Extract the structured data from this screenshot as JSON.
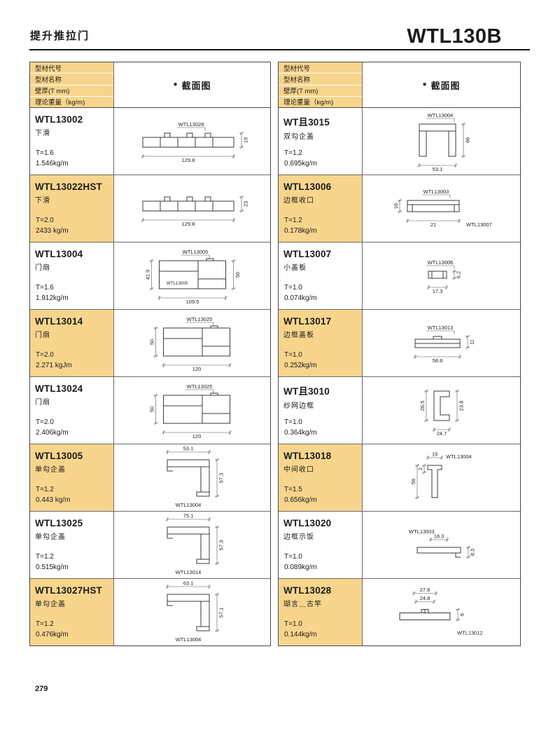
{
  "page": {
    "title": "提升推拉门",
    "model": "WTL130B",
    "page_number": "279"
  },
  "colors": {
    "band": "#F8D58C",
    "grid": "#6a6a6a",
    "drawing": "#3a3a3a"
  },
  "table_header": {
    "rows": [
      "型材代号",
      "型材名称",
      "壁厚(T mm)",
      "理论重量（kg/m)"
    ],
    "bullet": "●",
    "section_label": "截面图"
  },
  "columns": [
    {
      "side": "left",
      "rows": [
        {
          "code": "WTL13002",
          "name": "下滑",
          "thickness": "T=1.6",
          "weight": "1.546kg/m",
          "shaded": false,
          "drawing": {
            "shape": "hprofile",
            "labels": [
              {
                "pos": "top",
                "text": "WTL13028"
              }
            ],
            "dims": [
              {
                "side": "bottom",
                "text": "129.8"
              },
              {
                "side": "right",
                "text": "19"
              }
            ]
          }
        },
        {
          "code": "WTL13022HST",
          "name": "下滑",
          "thickness": "T=2.0",
          "weight": "2433 kg/m",
          "shaded": true,
          "drawing": {
            "shape": "hprofile",
            "labels": [],
            "dims": [
              {
                "side": "bottom",
                "text": "129.8"
              },
              {
                "side": "right",
                "text": "23"
              }
            ]
          }
        },
        {
          "code": "WTL13004",
          "name": "门扇",
          "thickness": "T=1.6",
          "weight": "1.912kg/m",
          "shaded": false,
          "drawing": {
            "shape": "doorframe",
            "labels": [
              {
                "pos": "top",
                "text": "WTL13005"
              },
              {
                "pos": "inner",
                "text": "WTL13005"
              }
            ],
            "dims": [
              {
                "side": "left",
                "text": "41.9"
              },
              {
                "side": "bottom",
                "text": "109.5"
              },
              {
                "side": "right",
                "text": "50"
              }
            ]
          }
        },
        {
          "code": "WTL13014",
          "name": "门扇",
          "thickness": "T=2.0",
          "weight": "2.271 kgJm",
          "shaded": true,
          "drawing": {
            "shape": "doorframe",
            "labels": [
              {
                "pos": "top",
                "text": "WTL13025"
              }
            ],
            "dims": [
              {
                "side": "left",
                "text": "50"
              },
              {
                "side": "bottom",
                "text": "120"
              }
            ]
          }
        },
        {
          "code": "WTL13024",
          "name": "门扇",
          "thickness": "T=2.0",
          "weight": "2.406kg/m",
          "shaded": false,
          "drawing": {
            "shape": "doorframe",
            "labels": [
              {
                "pos": "top",
                "text": "WTL13025"
              }
            ],
            "dims": [
              {
                "side": "left",
                "text": "50"
              },
              {
                "side": "bottom",
                "text": "120"
              }
            ]
          }
        },
        {
          "code": "WTL13005",
          "name": "单勾企盖",
          "thickness": "T=1.2",
          "weight": "0.443 kg/m",
          "shaded": true,
          "drawing": {
            "shape": "hookcap",
            "labels": [
              {
                "pos": "bottom",
                "text": "WTL13004"
              }
            ],
            "dims": [
              {
                "side": "top",
                "text": "53.1"
              },
              {
                "side": "right",
                "text": "57.3"
              }
            ]
          }
        },
        {
          "code": "WTL13025",
          "name": "单勾企盖",
          "thickness": "T=1.2",
          "weight": "0.515kg/m",
          "shaded": false,
          "drawing": {
            "shape": "hookcap",
            "labels": [
              {
                "pos": "bottom",
                "text": "WTL13014"
              }
            ],
            "dims": [
              {
                "side": "top",
                "text": "75.1"
              },
              {
                "side": "right",
                "text": "57.3"
              }
            ]
          }
        },
        {
          "code": "WTL13027HST",
          "name": "单勾企盖",
          "thickness": "T=1.2",
          "weight": "0.476kg/m",
          "shaded": true,
          "drawing": {
            "shape": "hookcap",
            "labels": [
              {
                "pos": "bottom",
                "text": "WTL13004"
              }
            ],
            "dims": [
              {
                "side": "top",
                "text": "63.1"
              },
              {
                "side": "right",
                "text": "57.1"
              }
            ]
          }
        }
      ]
    },
    {
      "side": "right",
      "rows": [
        {
          "code": "WT且3015",
          "name": "双勾企盖",
          "thickness": "T=1,2",
          "weight": "0.695kg/m",
          "shaded": false,
          "drawing": {
            "shape": "hook2",
            "labels": [
              {
                "pos": "top",
                "text": "WTL13004"
              }
            ],
            "dims": [
              {
                "side": "right",
                "text": "66"
              },
              {
                "side": "bottom",
                "text": "53.1"
              }
            ]
          }
        },
        {
          "code": "WTL13006",
          "name": "边框收口",
          "thickness": "T=1.2",
          "weight": "0.178kg/m",
          "shaded": true,
          "drawing": {
            "shape": "channel",
            "labels": [
              {
                "pos": "top",
                "text": "WTL13003"
              },
              {
                "pos": "bottom-right",
                "text": "WTL13007"
              }
            ],
            "dims": [
              {
                "side": "left",
                "text": "16"
              },
              {
                "side": "bottom",
                "text": "21"
              }
            ]
          }
        },
        {
          "code": "WTL13007",
          "name": "小盖板",
          "thickness": "T=1.0",
          "weight": "0.074kg/m",
          "shaded": false,
          "drawing": {
            "shape": "smallbox",
            "labels": [
              {
                "pos": "top",
                "text": "WTL13006"
              }
            ],
            "dims": [
              {
                "side": "bottom",
                "text": "17.3"
              },
              {
                "side": "right",
                "text": "6.2"
              }
            ]
          }
        },
        {
          "code": "WTL13017",
          "name": "边框盖板",
          "thickness": "T=1.0",
          "weight": "0.252kg/m",
          "shaded": true,
          "drawing": {
            "shape": "cover",
            "labels": [
              {
                "pos": "top",
                "text": "WTL13013"
              }
            ],
            "dims": [
              {
                "side": "right",
                "text": "11"
              },
              {
                "side": "bottom",
                "text": "58.8"
              }
            ]
          }
        },
        {
          "code": "WT且3010",
          "name": "纱网边框",
          "thickness": "T=1.0",
          "weight": "0.364kg/m",
          "shaded": false,
          "drawing": {
            "shape": "cframe",
            "labels": [],
            "dims": [
              {
                "side": "left",
                "text": "26.5"
              },
              {
                "side": "right",
                "text": "23.8"
              },
              {
                "side": "bottom",
                "text": "24.7"
              }
            ]
          }
        },
        {
          "code": "WTL13018",
          "name": "中间收口",
          "thickness": "T=1.5",
          "weight": "0.656kg/m",
          "shaded": true,
          "drawing": {
            "shape": "midpost",
            "labels": [
              {
                "pos": "top-right",
                "text": "WTL13004"
              }
            ],
            "dims": [
              {
                "side": "top",
                "text": "19"
              },
              {
                "side": "left",
                "text": "56"
              },
              {
                "side": "left2",
                "text": "2"
              }
            ]
          }
        },
        {
          "code": "WTL13020",
          "name": "边框示饭",
          "thickness": "T=1.0",
          "weight": "0.089kg/m",
          "shaded": false,
          "drawing": {
            "shape": "plate",
            "labels": [
              {
                "pos": "top-left",
                "text": "WTL13003"
              }
            ],
            "dims": [
              {
                "side": "top",
                "text": "18.3",
                "w": 24
              },
              {
                "side": "right",
                "text": "8.3"
              }
            ]
          }
        },
        {
          "code": "WTL13028",
          "name": "瑚言＿古竿",
          "thickness": "T=1.0",
          "weight": "0.144kg/m",
          "shaded": true,
          "drawing": {
            "shape": "track2",
            "labels": [
              {
                "pos": "bottom-right",
                "text": "WTL13012"
              }
            ],
            "dims": [
              {
                "side": "top",
                "text": "24.8",
                "w": 26
              },
              {
                "side": "top2",
                "text": "27.8",
                "w": 32
              },
              {
                "side": "right",
                "text": "6"
              }
            ]
          }
        }
      ]
    }
  ]
}
